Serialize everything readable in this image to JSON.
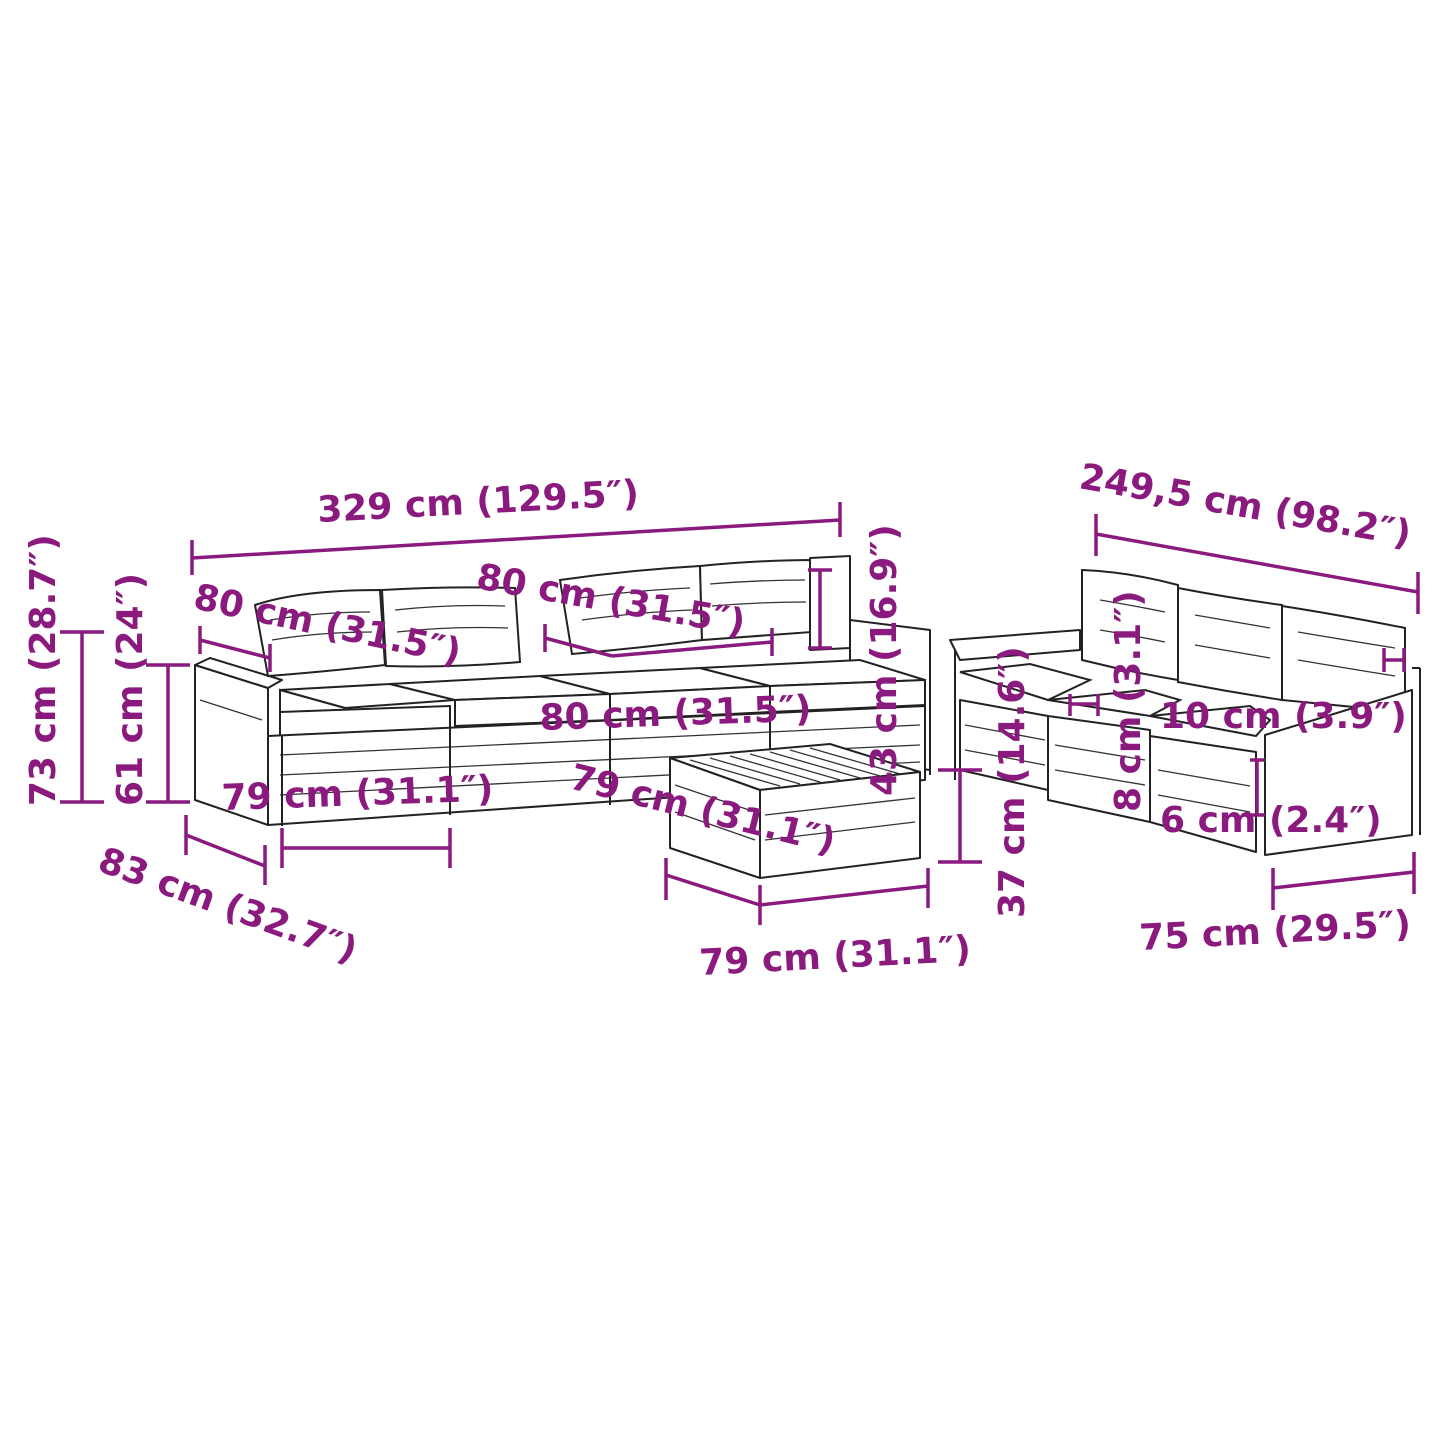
{
  "colors": {
    "dimension": "#8b1a7e",
    "outline": "#222222",
    "background": "#ffffff"
  },
  "labels": {
    "total_width": "329 cm (129.5″)",
    "corner_width": "249,5 cm (98.2″)",
    "seat_width_a": "80 cm (31.5″)",
    "seat_width_b": "80 cm (31.5″)",
    "seat_width_c": "80 cm (31.5″)",
    "total_height": "73 cm (28.7″)",
    "backrest_height": "61 cm (24″)",
    "cushion_height": "43 cm (16.9″)",
    "seat_height": "37 cm (14.6″)",
    "total_depth": "83 cm (32.7″)",
    "seat_depth": "79 cm (31.1″)",
    "table_depth": "79 cm (31.1″)",
    "table_width": "79 cm (31.1″)",
    "armrest_height": "8 cm (3.1″)",
    "armrest_width": "10 cm (3.9″)",
    "armrest_thickness": "6 cm (2.4″)",
    "chair_depth": "75 cm (29.5″)"
  }
}
